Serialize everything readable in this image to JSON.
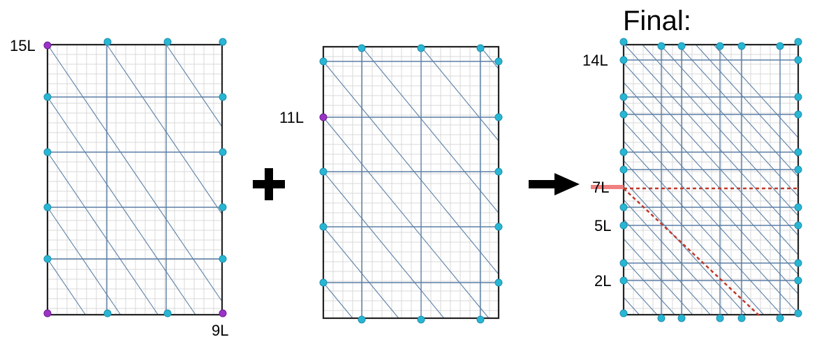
{
  "labels": {
    "final_title": "Final:",
    "jug1_top": "15L",
    "jug1_bottom": "9L",
    "jug2_side": "11L",
    "final_14": "14L",
    "final_7": "7L",
    "final_5": "5L",
    "final_2": "2L",
    "plus_symbol": "+"
  },
  "icons": {
    "plus": "plus-icon",
    "arrow": "arrow-right-icon"
  },
  "colors": {
    "node": "#29b6d3",
    "node_stroke": "#1e8fb0",
    "highlight_node": "#9b33c7",
    "line": "#5b7fa6",
    "grid": "#d9d9d9",
    "frame": "#222222",
    "red_dash": "#c0392b",
    "red_bar": "#f08080"
  }
}
